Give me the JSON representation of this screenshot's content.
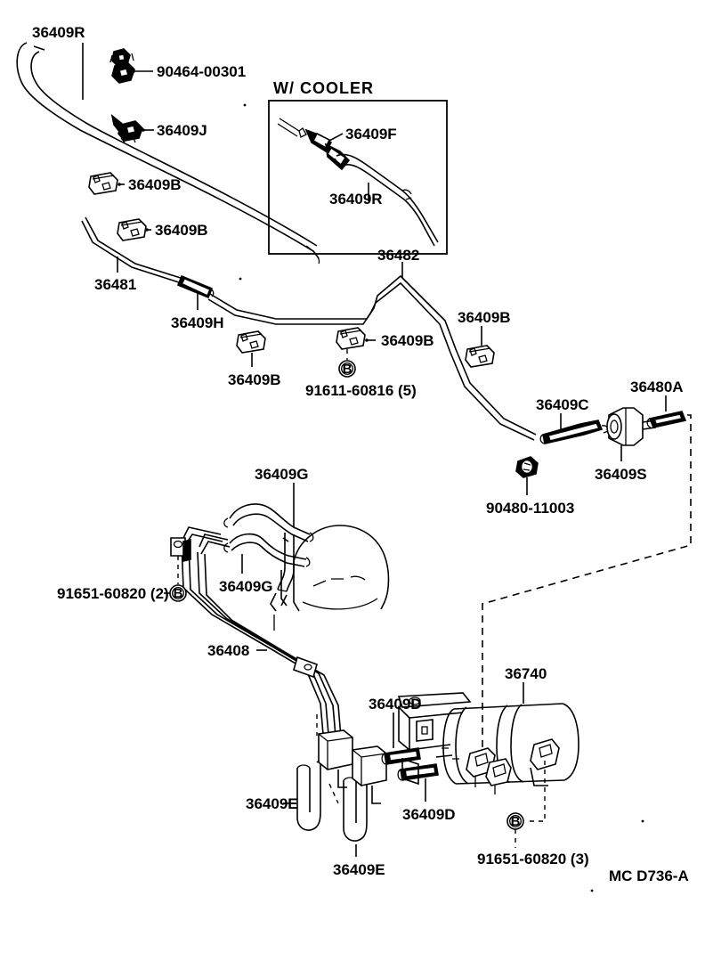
{
  "diagram": {
    "title_code": "MC  D736-A",
    "inset_title": "W/ COOLER",
    "labels": {
      "fuel_hose_rear_top": "36409R",
      "clip_90464": "90464-00301",
      "hose_j": "36409J",
      "clip_b1": "36409B",
      "clip_b2": "36409B",
      "pipe_36481": "36481",
      "hose_h": "36409H",
      "pipe_36482": "36482",
      "clip_b3": "36409B",
      "clip_b4": "36409B",
      "clip_b5": "36409B",
      "bolt_91611": "91611-60816 (5)",
      "hose_c": "36409C",
      "filter_36480a": "36480A",
      "clip_s": "36409S",
      "grommet_90480": "90480-11003",
      "hose_g1": "36409G",
      "hose_g2": "36409G",
      "bolt_91651_2": "91651-60820 (2)",
      "pipe_36408": "36408",
      "hose_d1": "36409D",
      "hose_d2": "36409D",
      "hose_e1": "36409E",
      "hose_e2": "36409E",
      "canister_36740": "36740",
      "bolt_91651_3": "91651-60820 (3)",
      "inset_hose_f": "36409F",
      "inset_hose_r": "36409R"
    },
    "bolt_marker_glyph": "B",
    "colors": {
      "ink": "#000000",
      "paper": "#ffffff"
    }
  }
}
